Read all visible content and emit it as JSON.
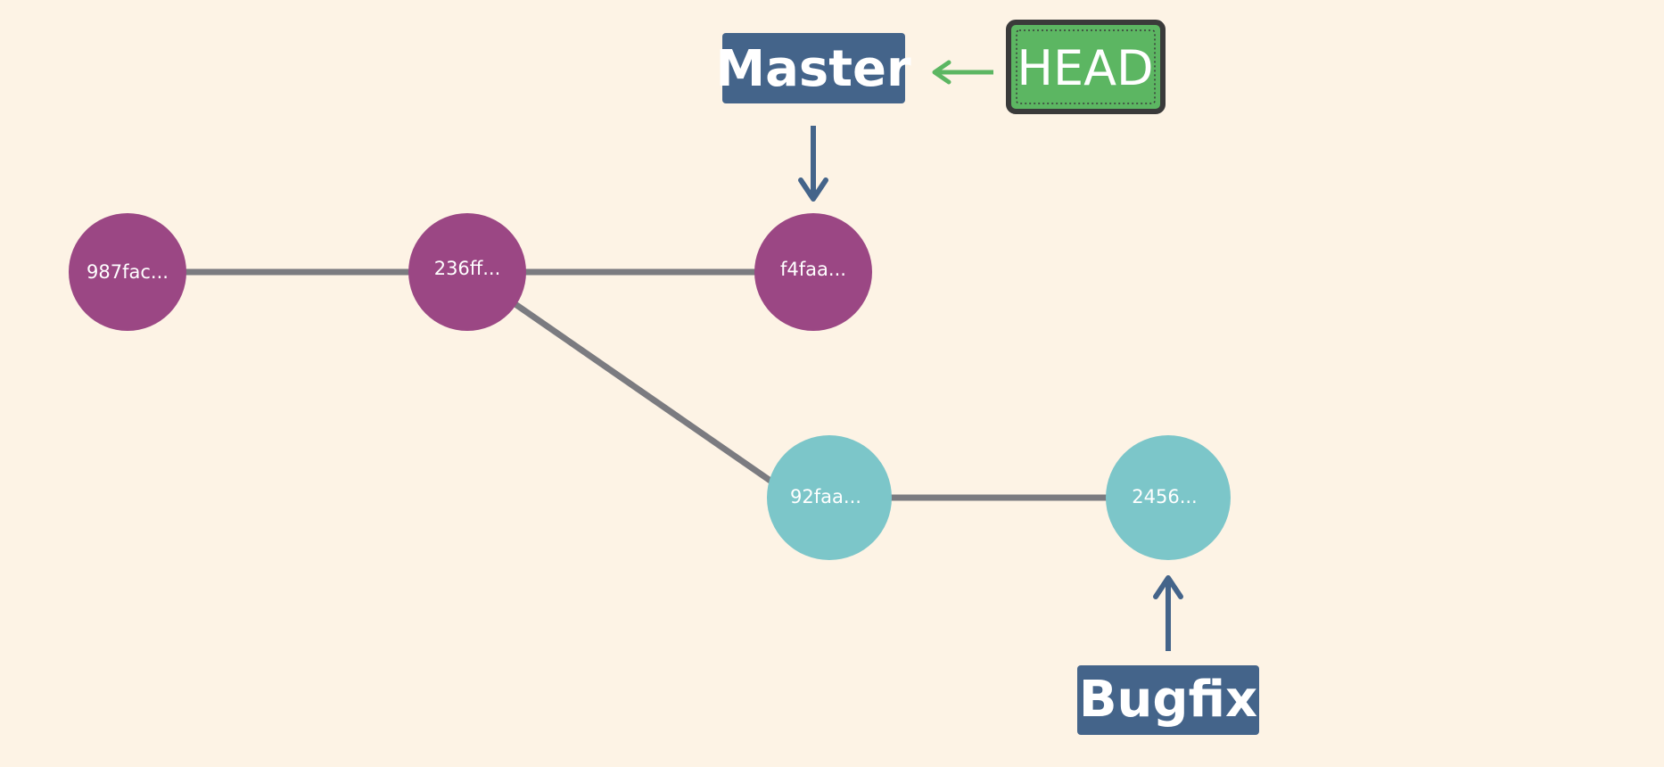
{
  "colors": {
    "background": "#fdf3e5",
    "master_commit": "#9b4784",
    "bugfix_commit": "#7cc6c9",
    "edge": "#7b7b80",
    "branch_label": "#44648a",
    "head_fill": "#5cb662",
    "head_border": "#3a3a3a",
    "head_arrow": "#5cb662"
  },
  "commits": {
    "c987": {
      "label": "987fac..."
    },
    "c236": {
      "label": "236ff..."
    },
    "cf4f": {
      "label": "f4faa..."
    },
    "c92f": {
      "label": "92faa..."
    },
    "c245": {
      "label": "2456..."
    }
  },
  "branches": {
    "master": {
      "label": "Master"
    },
    "bugfix": {
      "label": "Bugfix"
    }
  },
  "head": {
    "label": "HEAD"
  }
}
